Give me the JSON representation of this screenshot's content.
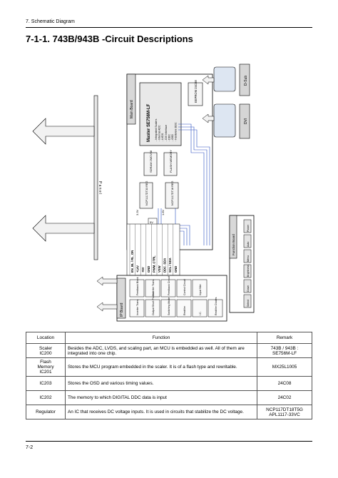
{
  "header": {
    "section": "7. Schematic Diagram"
  },
  "page_title": "7-1-1. 743B/943B -Circuit Descriptions",
  "diagram": {
    "main_board": "Main Board",
    "panel": "P a n e l",
    "ip_board": "IP Board",
    "function_board": "Function Board",
    "master": "Master SE756M-LF",
    "master_features": [
      "- Integrated Scalers",
      "- Internal ADC",
      "- LVDS",
      "- DVI Interface",
      "- DDC",
      "- OSD",
      "- Hardware DDC"
    ],
    "eeprom": "EEPROM 24C08",
    "sdram": "SDRAM 2MCV08",
    "flash": "FLASH MEMORY",
    "reg_33": "3.3V",
    "reg_18": "1.8V",
    "reg_5v": "5V",
    "reg_part": "NCP1117DT33 REG",
    "reg_part2": "NCP1117DT18 REG",
    "dsub": "D-Sub",
    "dvi": "DVI",
    "signals": [
      "EN_BL / RL_ON",
      "+14V",
      "+5V",
      "GND",
      "PWM_CTRL",
      "VSW",
      "DDC_SDA",
      "SCL / SDA",
      "GND"
    ],
    "func_labels": [
      "Power",
      "Auto",
      "Menu",
      "Brightness",
      "Down",
      "Select"
    ],
    "ip_blocks": [
      "Feedback Block",
      "Inverter Trans.",
      "Inverter Trans.",
      "Output Short Protect",
      "Feedback Circuit",
      "Control Circuit",
      "Switching Mode",
      "Rectifier",
      "Input filter",
      "I.C.",
      "Rectifier Diodes"
    ]
  },
  "table": {
    "headers": [
      "Location",
      "Function",
      "Remark"
    ],
    "rows": [
      {
        "location": [
          "Scaler",
          "IC200"
        ],
        "function": "Besides the ADC, LVDS, and scaling part, an MCU is embedded as well. All of them are integrated into one chip.",
        "remark": [
          "743B / 943B :",
          "SE756M-LF"
        ]
      },
      {
        "location": [
          "Flash",
          "Memory",
          "IC201"
        ],
        "function": "Stores the MCU program embedded in the scaler. It is of a flash type and rewritable.",
        "remark": [
          "MX25L1005"
        ]
      },
      {
        "location": [
          "IC203"
        ],
        "function": "Stores the OSD and various timing values.",
        "remark": [
          "24C08"
        ]
      },
      {
        "location": [
          "IC202"
        ],
        "function": "The memory to which DIGITAL DDC data is input",
        "remark": [
          "24C02"
        ]
      },
      {
        "location": [
          "Regulator"
        ],
        "function": "An IC that receives DC voltage inputs. It is used in circuits that stabilize the DC voltage.",
        "remark": [
          "NCP117DT18T5G",
          "APL1117-33VC"
        ]
      }
    ]
  },
  "footer": {
    "page": "7-2"
  }
}
